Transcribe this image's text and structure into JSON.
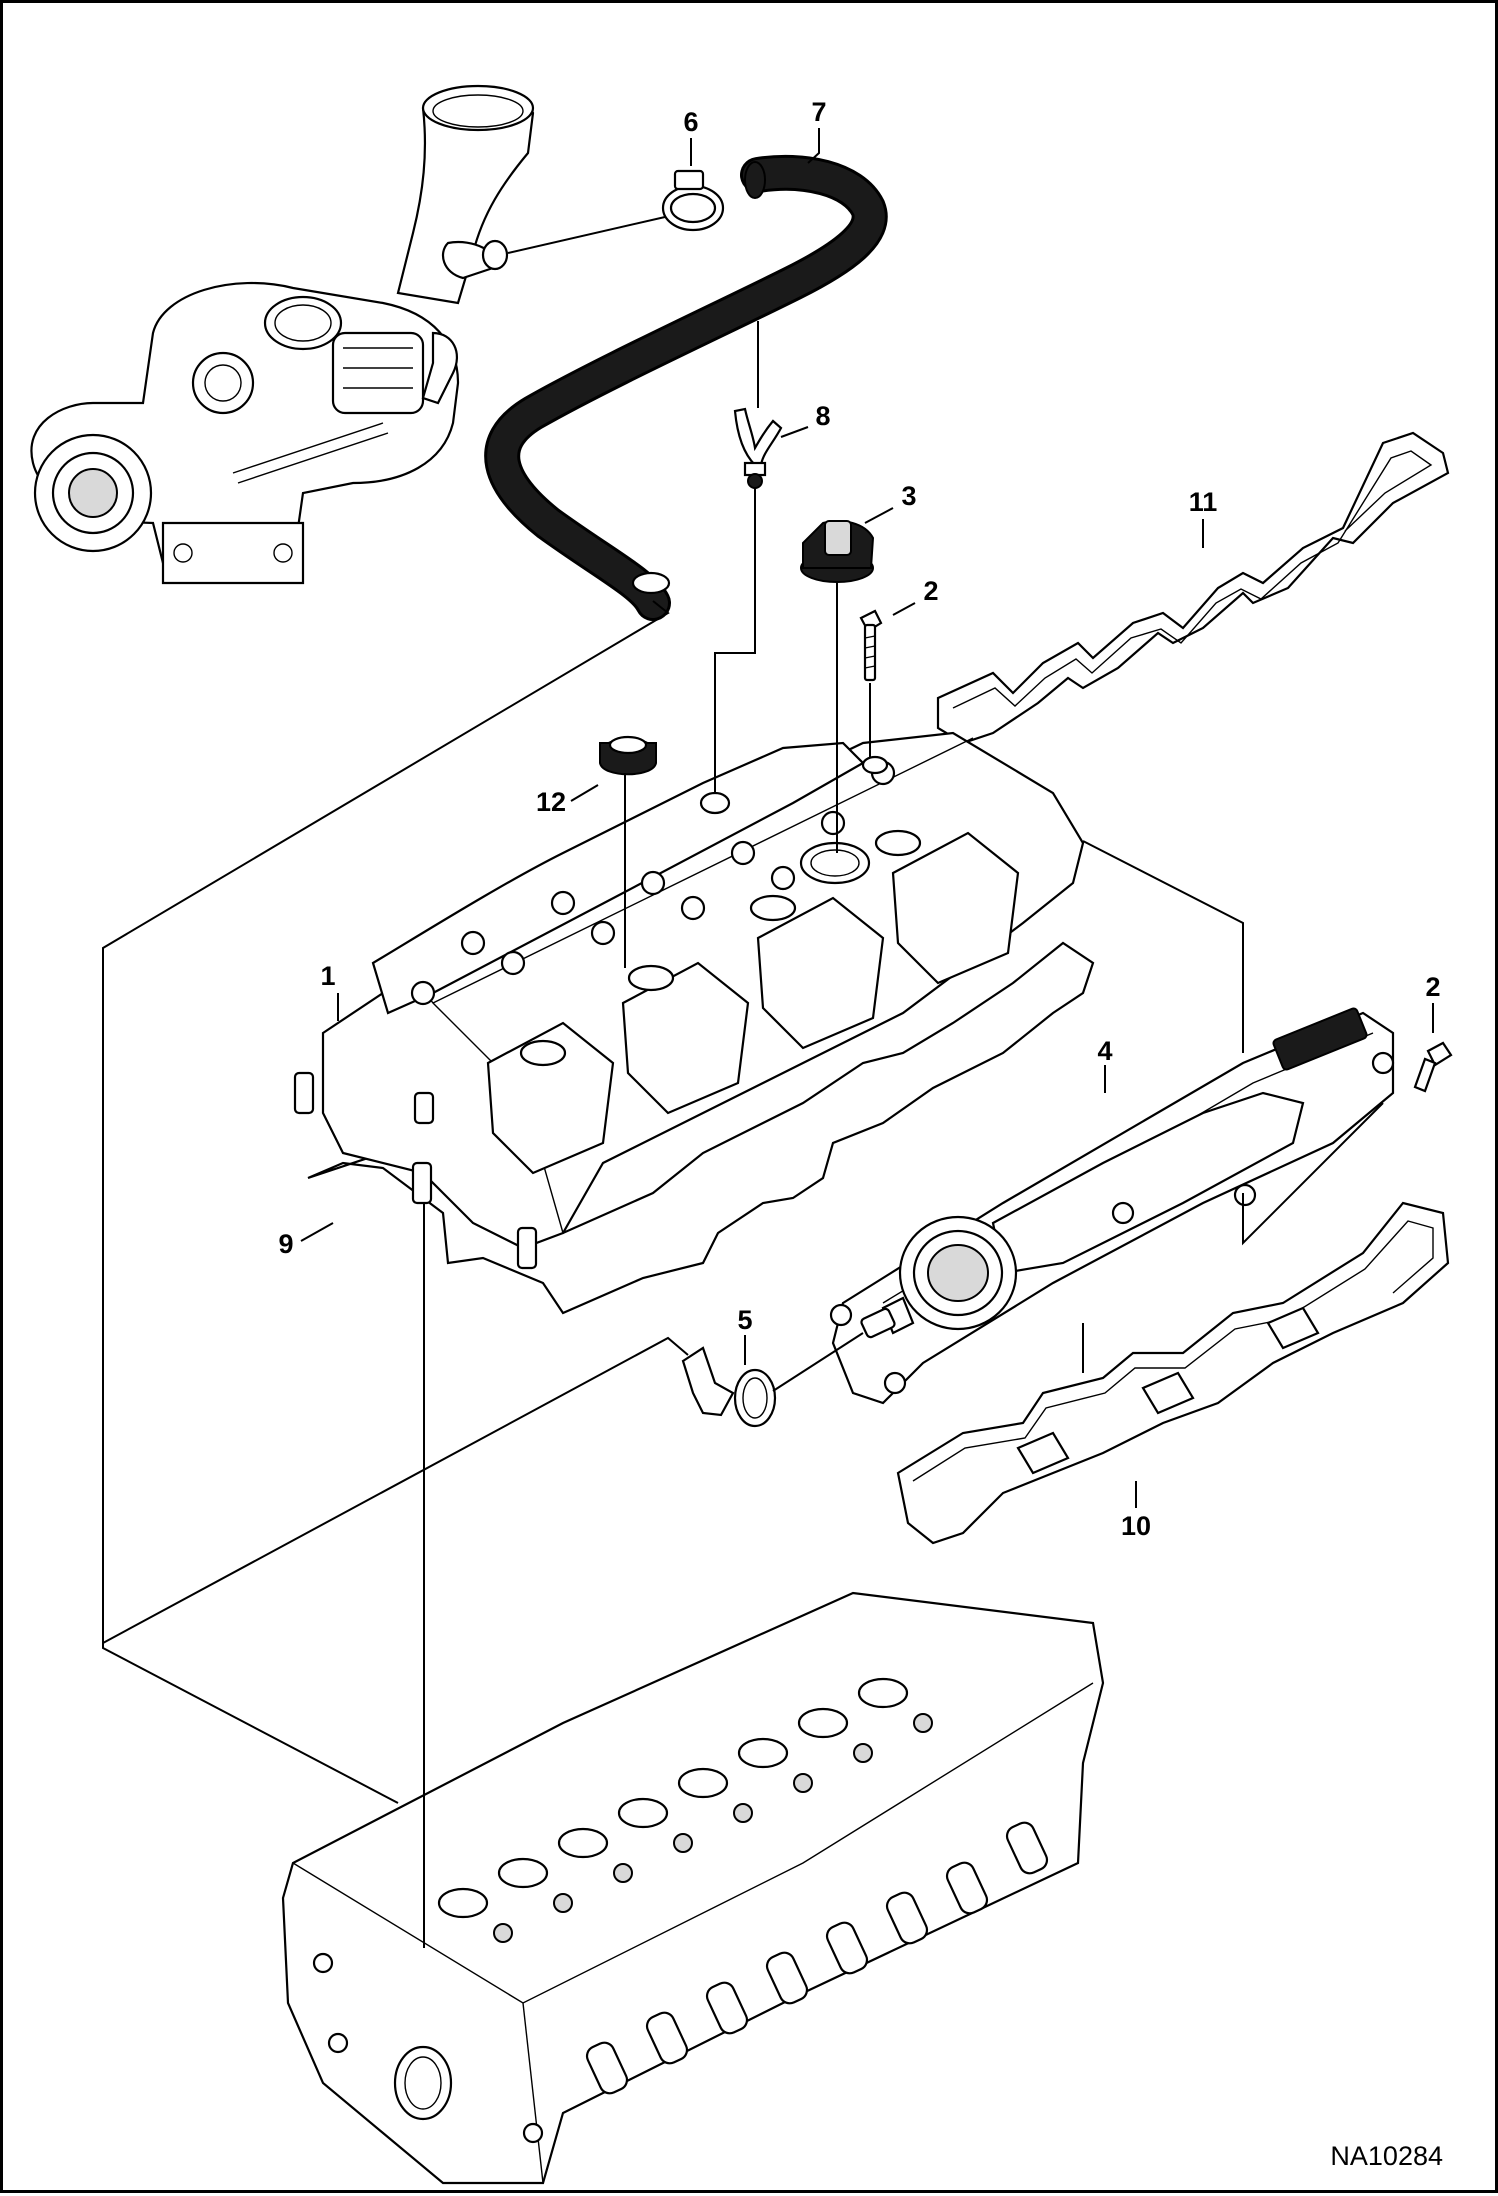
{
  "diagram": {
    "callouts": [
      {
        "id": "1",
        "label": "1"
      },
      {
        "id": "2a",
        "label": "2"
      },
      {
        "id": "2b",
        "label": "2"
      },
      {
        "id": "3",
        "label": "3"
      },
      {
        "id": "4",
        "label": "4"
      },
      {
        "id": "5",
        "label": "5"
      },
      {
        "id": "6",
        "label": "6"
      },
      {
        "id": "7",
        "label": "7"
      },
      {
        "id": "8",
        "label": "8"
      },
      {
        "id": "9",
        "label": "9"
      },
      {
        "id": "10",
        "label": "10"
      },
      {
        "id": "11",
        "label": "11"
      },
      {
        "id": "12",
        "label": "12"
      }
    ],
    "reference_code": "NA10284"
  }
}
